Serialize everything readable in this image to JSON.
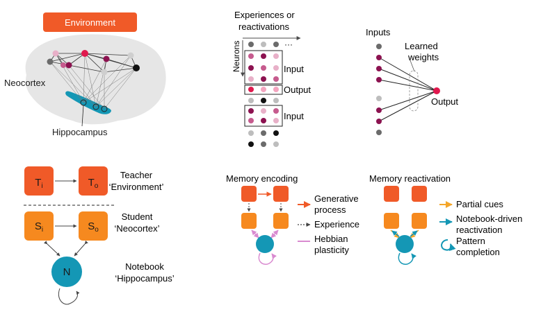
{
  "colors": {
    "environment_orange": "#f05a28",
    "student_orange": "#f6891f",
    "notebook_teal": "#1497b5",
    "brain_fill": "#e6e6e6",
    "dark_magenta": "#8c1250",
    "mid_pink": "#c65b8e",
    "light_pink": "#e8b0c8",
    "hot_pink": "#e0194e",
    "gray_dot": "#bdbdbd",
    "dark_gray_dot": "#6b6b6b",
    "hebbian_pink": "#d98ad0",
    "partial_cue_gold": "#f4a62a"
  },
  "panel_brain": {
    "environment_label": "Environment",
    "neocortex_label": "Neocortex",
    "hippocampus_label": "Hippocampus"
  },
  "panel_matrix": {
    "x_label_line1": "Experiences or",
    "x_label_line2": "reactivations",
    "y_label": "Neurons",
    "ellipsis": "···",
    "input_label_1": "Input",
    "output_label": "Output",
    "input_label_2": "Input"
  },
  "panel_perceptron": {
    "inputs_label": "Inputs",
    "weights_label_line1": "Learned",
    "weights_label_line2": "weights",
    "output_label": "Output"
  },
  "panel_tsn": {
    "teacher_in_main": "T",
    "teacher_in_sub": "i",
    "teacher_out_main": "T",
    "teacher_out_sub": "o",
    "student_in_main": "S",
    "student_in_sub": "i",
    "student_out_main": "S",
    "student_out_sub": "o",
    "notebook_letter": "N",
    "teacher_label": "Teacher",
    "teacher_sublabel": "‘Environment’",
    "student_label": "Student",
    "student_sublabel": "‘Neocortex’",
    "notebook_label": "Notebook",
    "notebook_sublabel": "‘Hippocampus’"
  },
  "panel_encoding": {
    "title": "Memory encoding",
    "legend": [
      {
        "line1": "Generative",
        "line2": "process"
      },
      {
        "line1": "Experience",
        "line2": ""
      },
      {
        "line1": "Hebbian",
        "line2": "plasticity"
      }
    ]
  },
  "panel_reactivation": {
    "title": "Memory reactivation",
    "legend": [
      {
        "line1": "Partial cues",
        "line2": "",
        "line3": ""
      },
      {
        "line1": "Notebook-driven",
        "line2": "reactivation",
        "line3": ""
      },
      {
        "line1": "Pattern",
        "line2": "completion",
        "line3": ""
      }
    ]
  }
}
